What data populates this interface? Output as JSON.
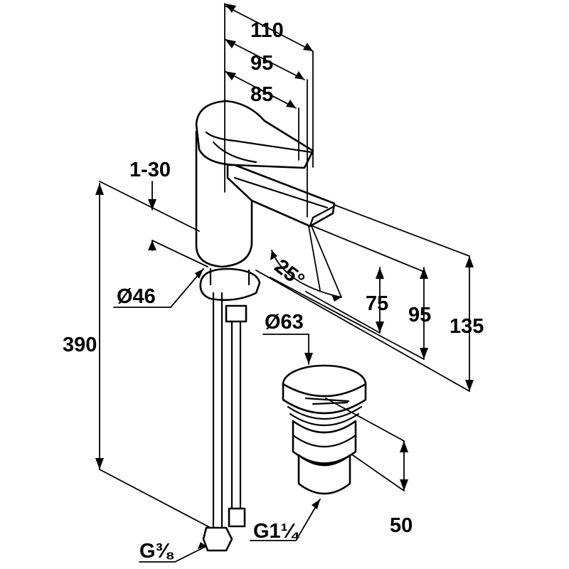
{
  "diagram": {
    "dimensions": {
      "width_110": "110",
      "width_95": "95",
      "width_85": "85",
      "range_1_30": "1-30",
      "angle_25": "25°",
      "dia_46": "Ø46",
      "height_390": "390",
      "height_75": "75",
      "height_95": "95",
      "height_135": "135",
      "dia_63": "Ø63",
      "height_50": "50",
      "thread_g1_1_4": "G1¼",
      "thread_g3_8": "G⅜"
    },
    "colors": {
      "line": "#000000",
      "background": "#ffffff"
    }
  }
}
